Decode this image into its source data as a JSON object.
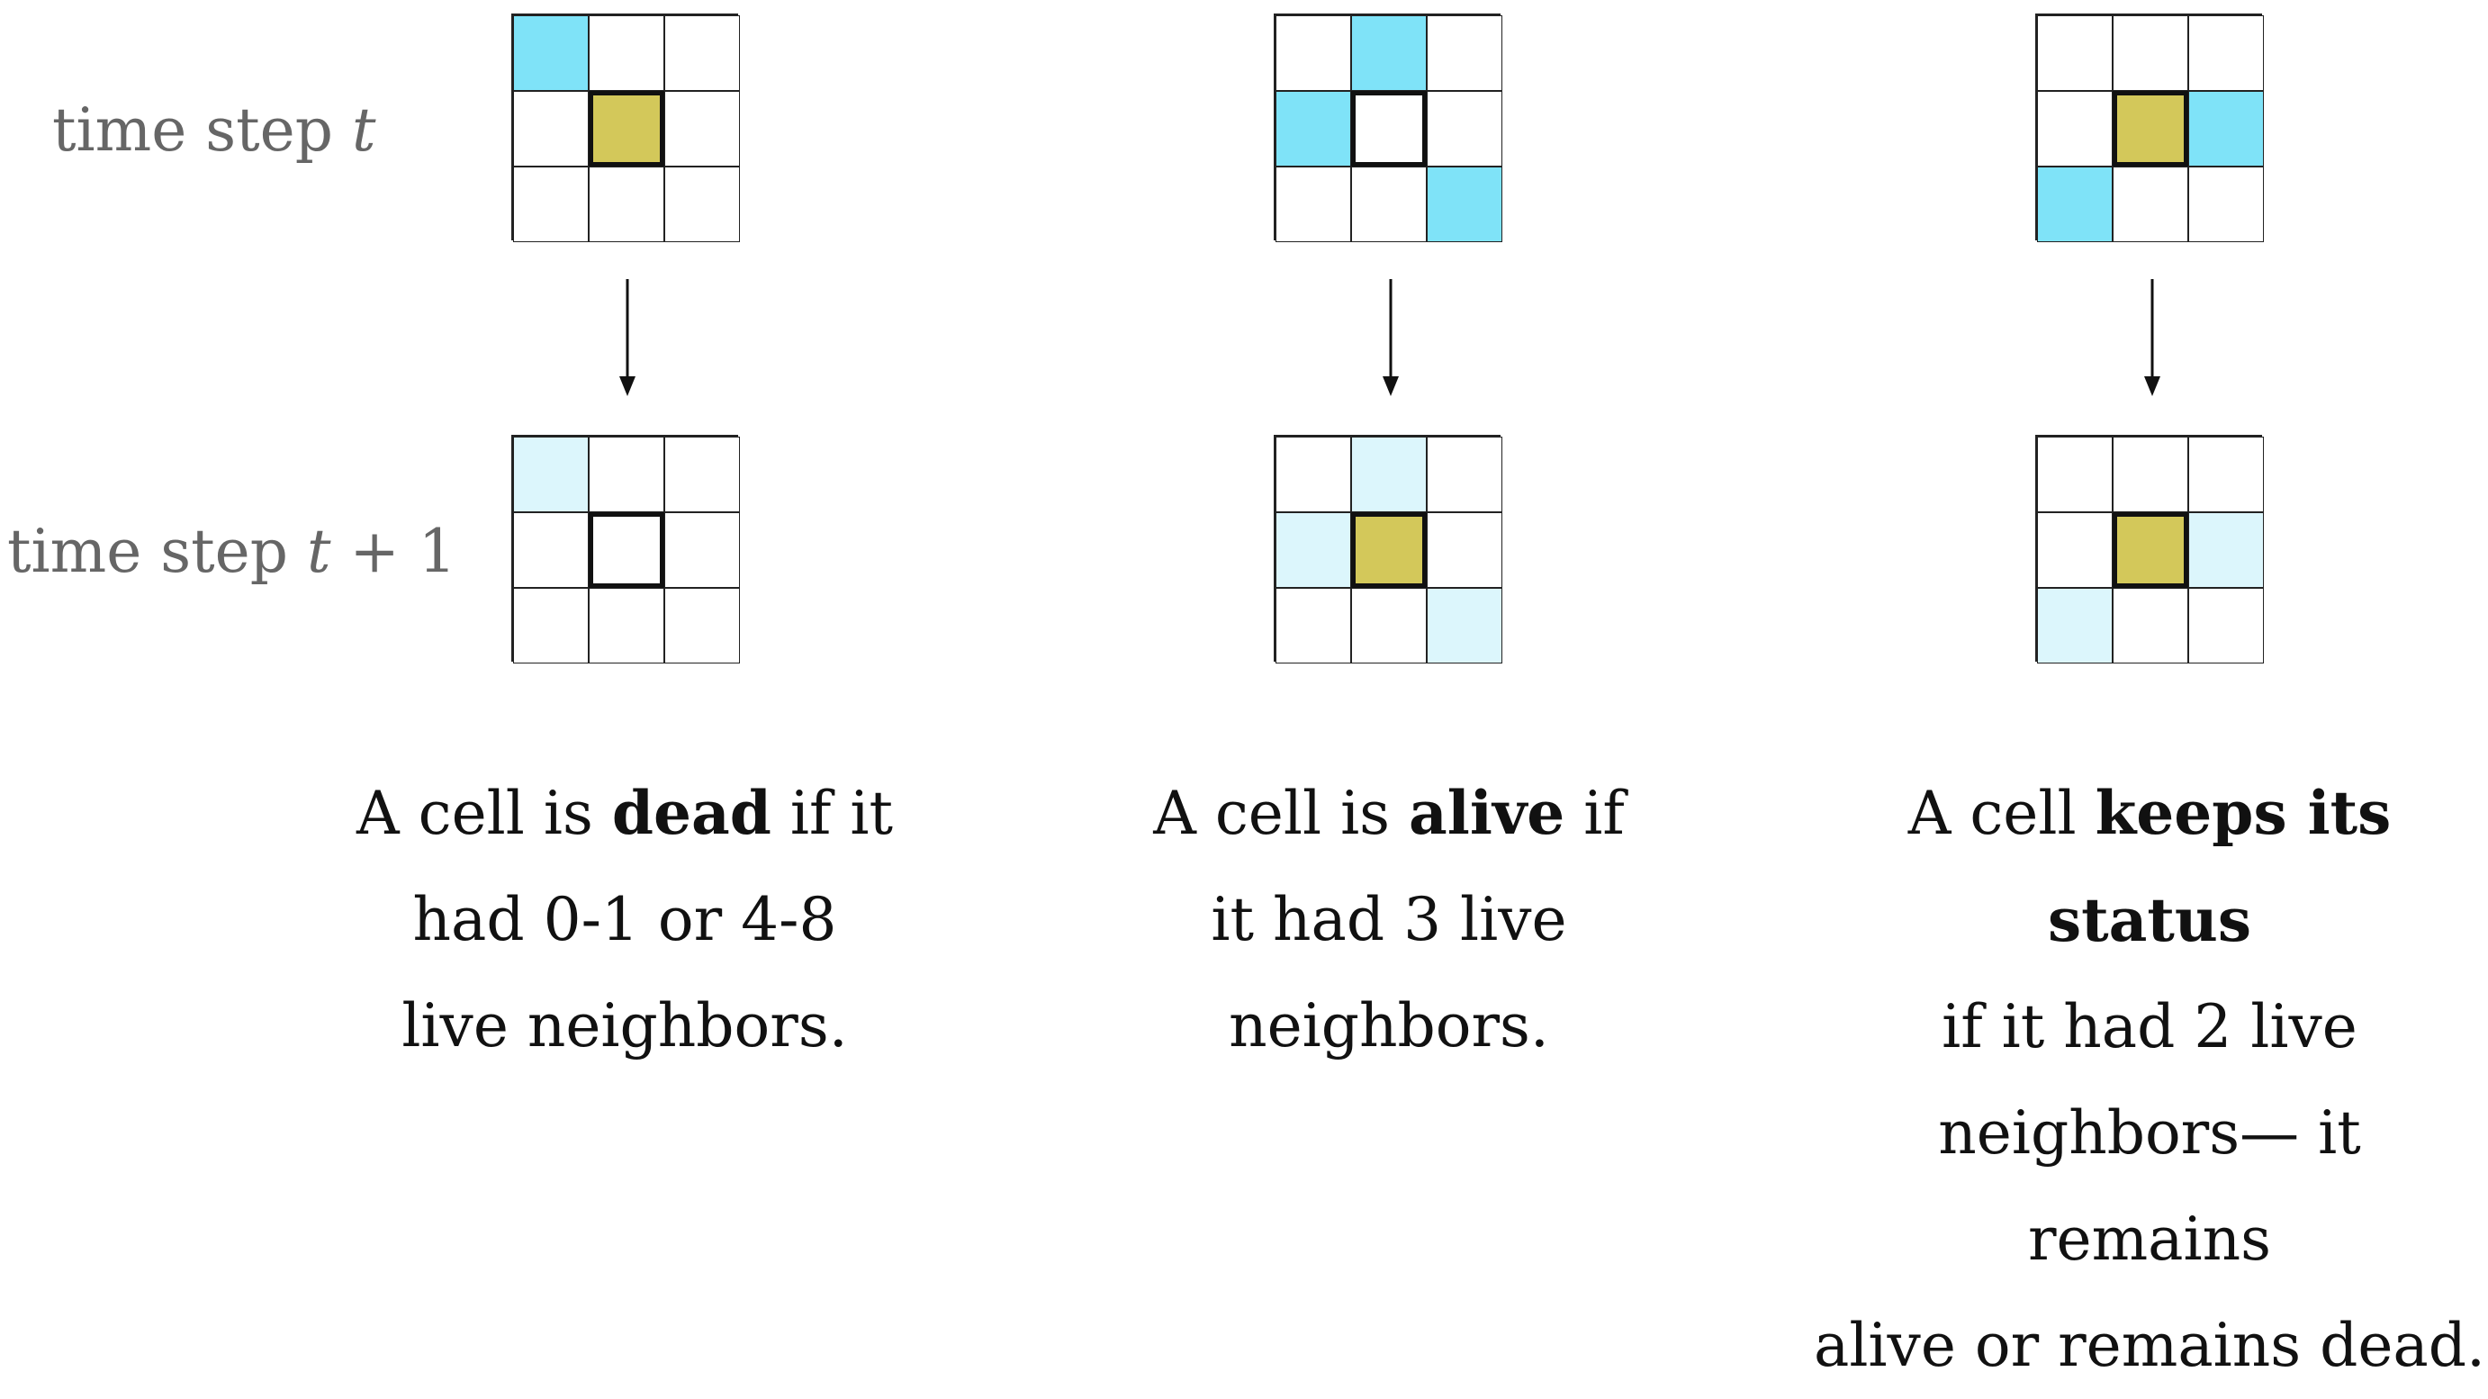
{
  "labels": {
    "t_prefix": "time step ",
    "t_var": "t",
    "t1_prefix": "time step ",
    "t1_var": "t",
    "t1_suffix": " + 1"
  },
  "colors": {
    "live_neighbor": "#7fe3f8",
    "faded_neighbor": "#dcf6fc",
    "alive_cell": "#d3c85a",
    "border": "#222222"
  },
  "rules": [
    {
      "top_grid": [
        "live",
        "empty",
        "empty",
        "empty",
        "alive",
        "empty",
        "empty",
        "empty",
        "empty"
      ],
      "bottom_grid": [
        "faint",
        "empty",
        "empty",
        "empty",
        "dead",
        "empty",
        "empty",
        "empty",
        "empty"
      ],
      "caption": {
        "line1_pre": "A cell is ",
        "line1_bold": "dead",
        "line1_post": " if it",
        "line2": "had 0-1 or 4-8",
        "line3": "live neighbors."
      }
    },
    {
      "top_grid": [
        "empty",
        "live",
        "empty",
        "live",
        "dead",
        "empty",
        "empty",
        "empty",
        "live"
      ],
      "bottom_grid": [
        "empty",
        "faint",
        "empty",
        "faint",
        "alive",
        "empty",
        "empty",
        "empty",
        "faint"
      ],
      "caption": {
        "line1_pre": "A cell is ",
        "line1_bold": "alive",
        "line1_post": " if",
        "line2": "it had 3 live",
        "line3": "neighbors."
      }
    },
    {
      "top_grid": [
        "empty",
        "empty",
        "empty",
        "empty",
        "alive",
        "live",
        "live",
        "empty",
        "empty"
      ],
      "bottom_grid": [
        "empty",
        "empty",
        "empty",
        "empty",
        "alive",
        "faint",
        "faint",
        "empty",
        "empty"
      ],
      "caption": {
        "line1_pre": "A cell ",
        "line1_bold": "keeps its status",
        "line1_post": "",
        "line2": "if it had 2 live",
        "line3": "neighbors— it remains",
        "line4": "alive or remains dead."
      }
    }
  ]
}
